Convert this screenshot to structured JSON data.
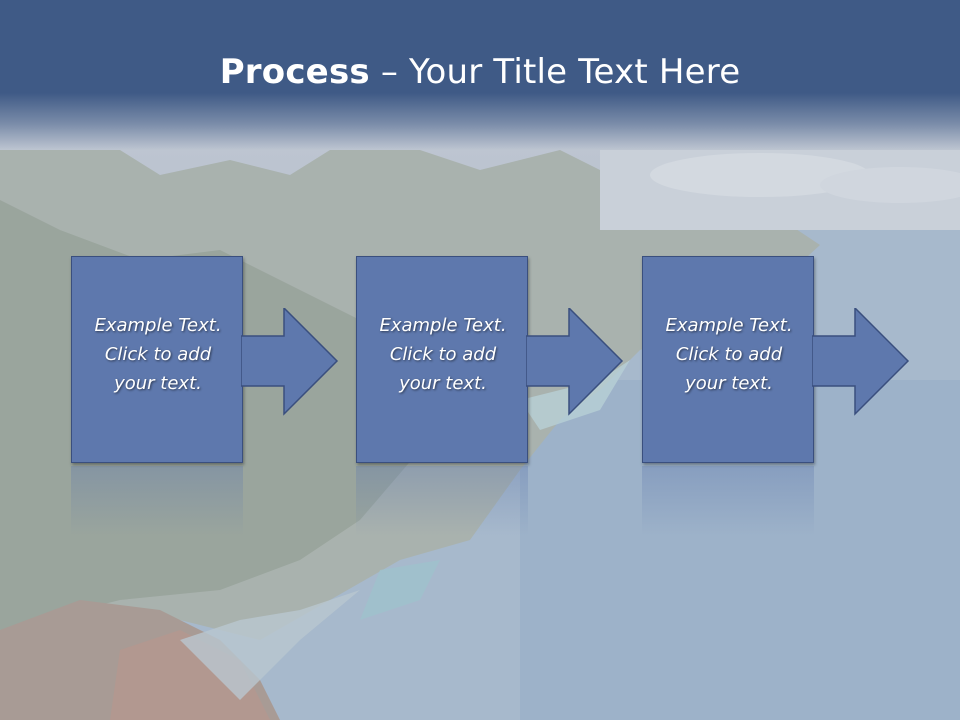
{
  "slide": {
    "title_strong": "Process",
    "title_rest": " – Your Title Text Here"
  },
  "steps": [
    {
      "line1": "Example Text.",
      "line2": "Click  to add",
      "line3": "your text."
    },
    {
      "line1": "Example Text.",
      "line2": "Click  to add",
      "line3": "your text."
    },
    {
      "line1": "Example Text.",
      "line2": "Click  to add",
      "line3": "your text."
    }
  ],
  "colors": {
    "title_band": "#3f5a86",
    "box_fill": "#5e78ad",
    "box_border": "#3a4f7e",
    "text": "#ffffff"
  }
}
